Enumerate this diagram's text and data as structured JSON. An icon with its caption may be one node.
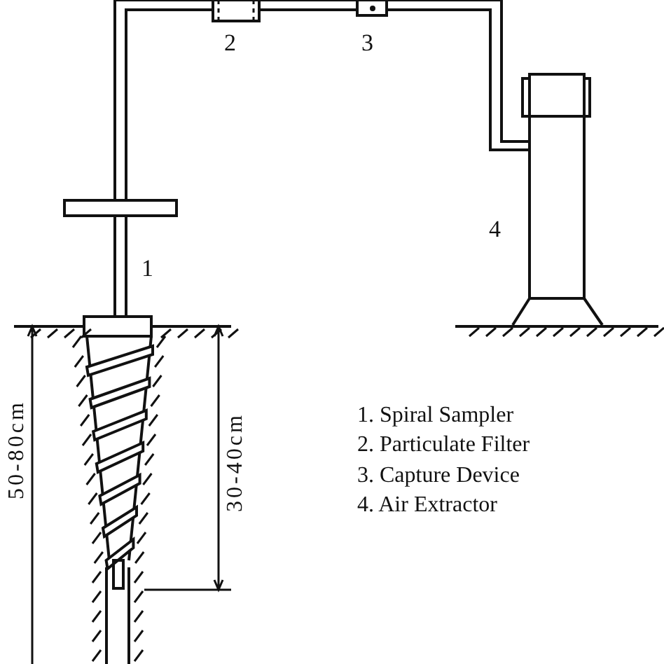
{
  "diagram": {
    "labels": [
      "2",
      "3",
      "4",
      "1",
      "50-80cm",
      "30-40cm",
      "1. Spiral Sampler",
      "2. Particulate Filter",
      "3. Capture Device",
      "4. Air Extractor"
    ]
  }
}
